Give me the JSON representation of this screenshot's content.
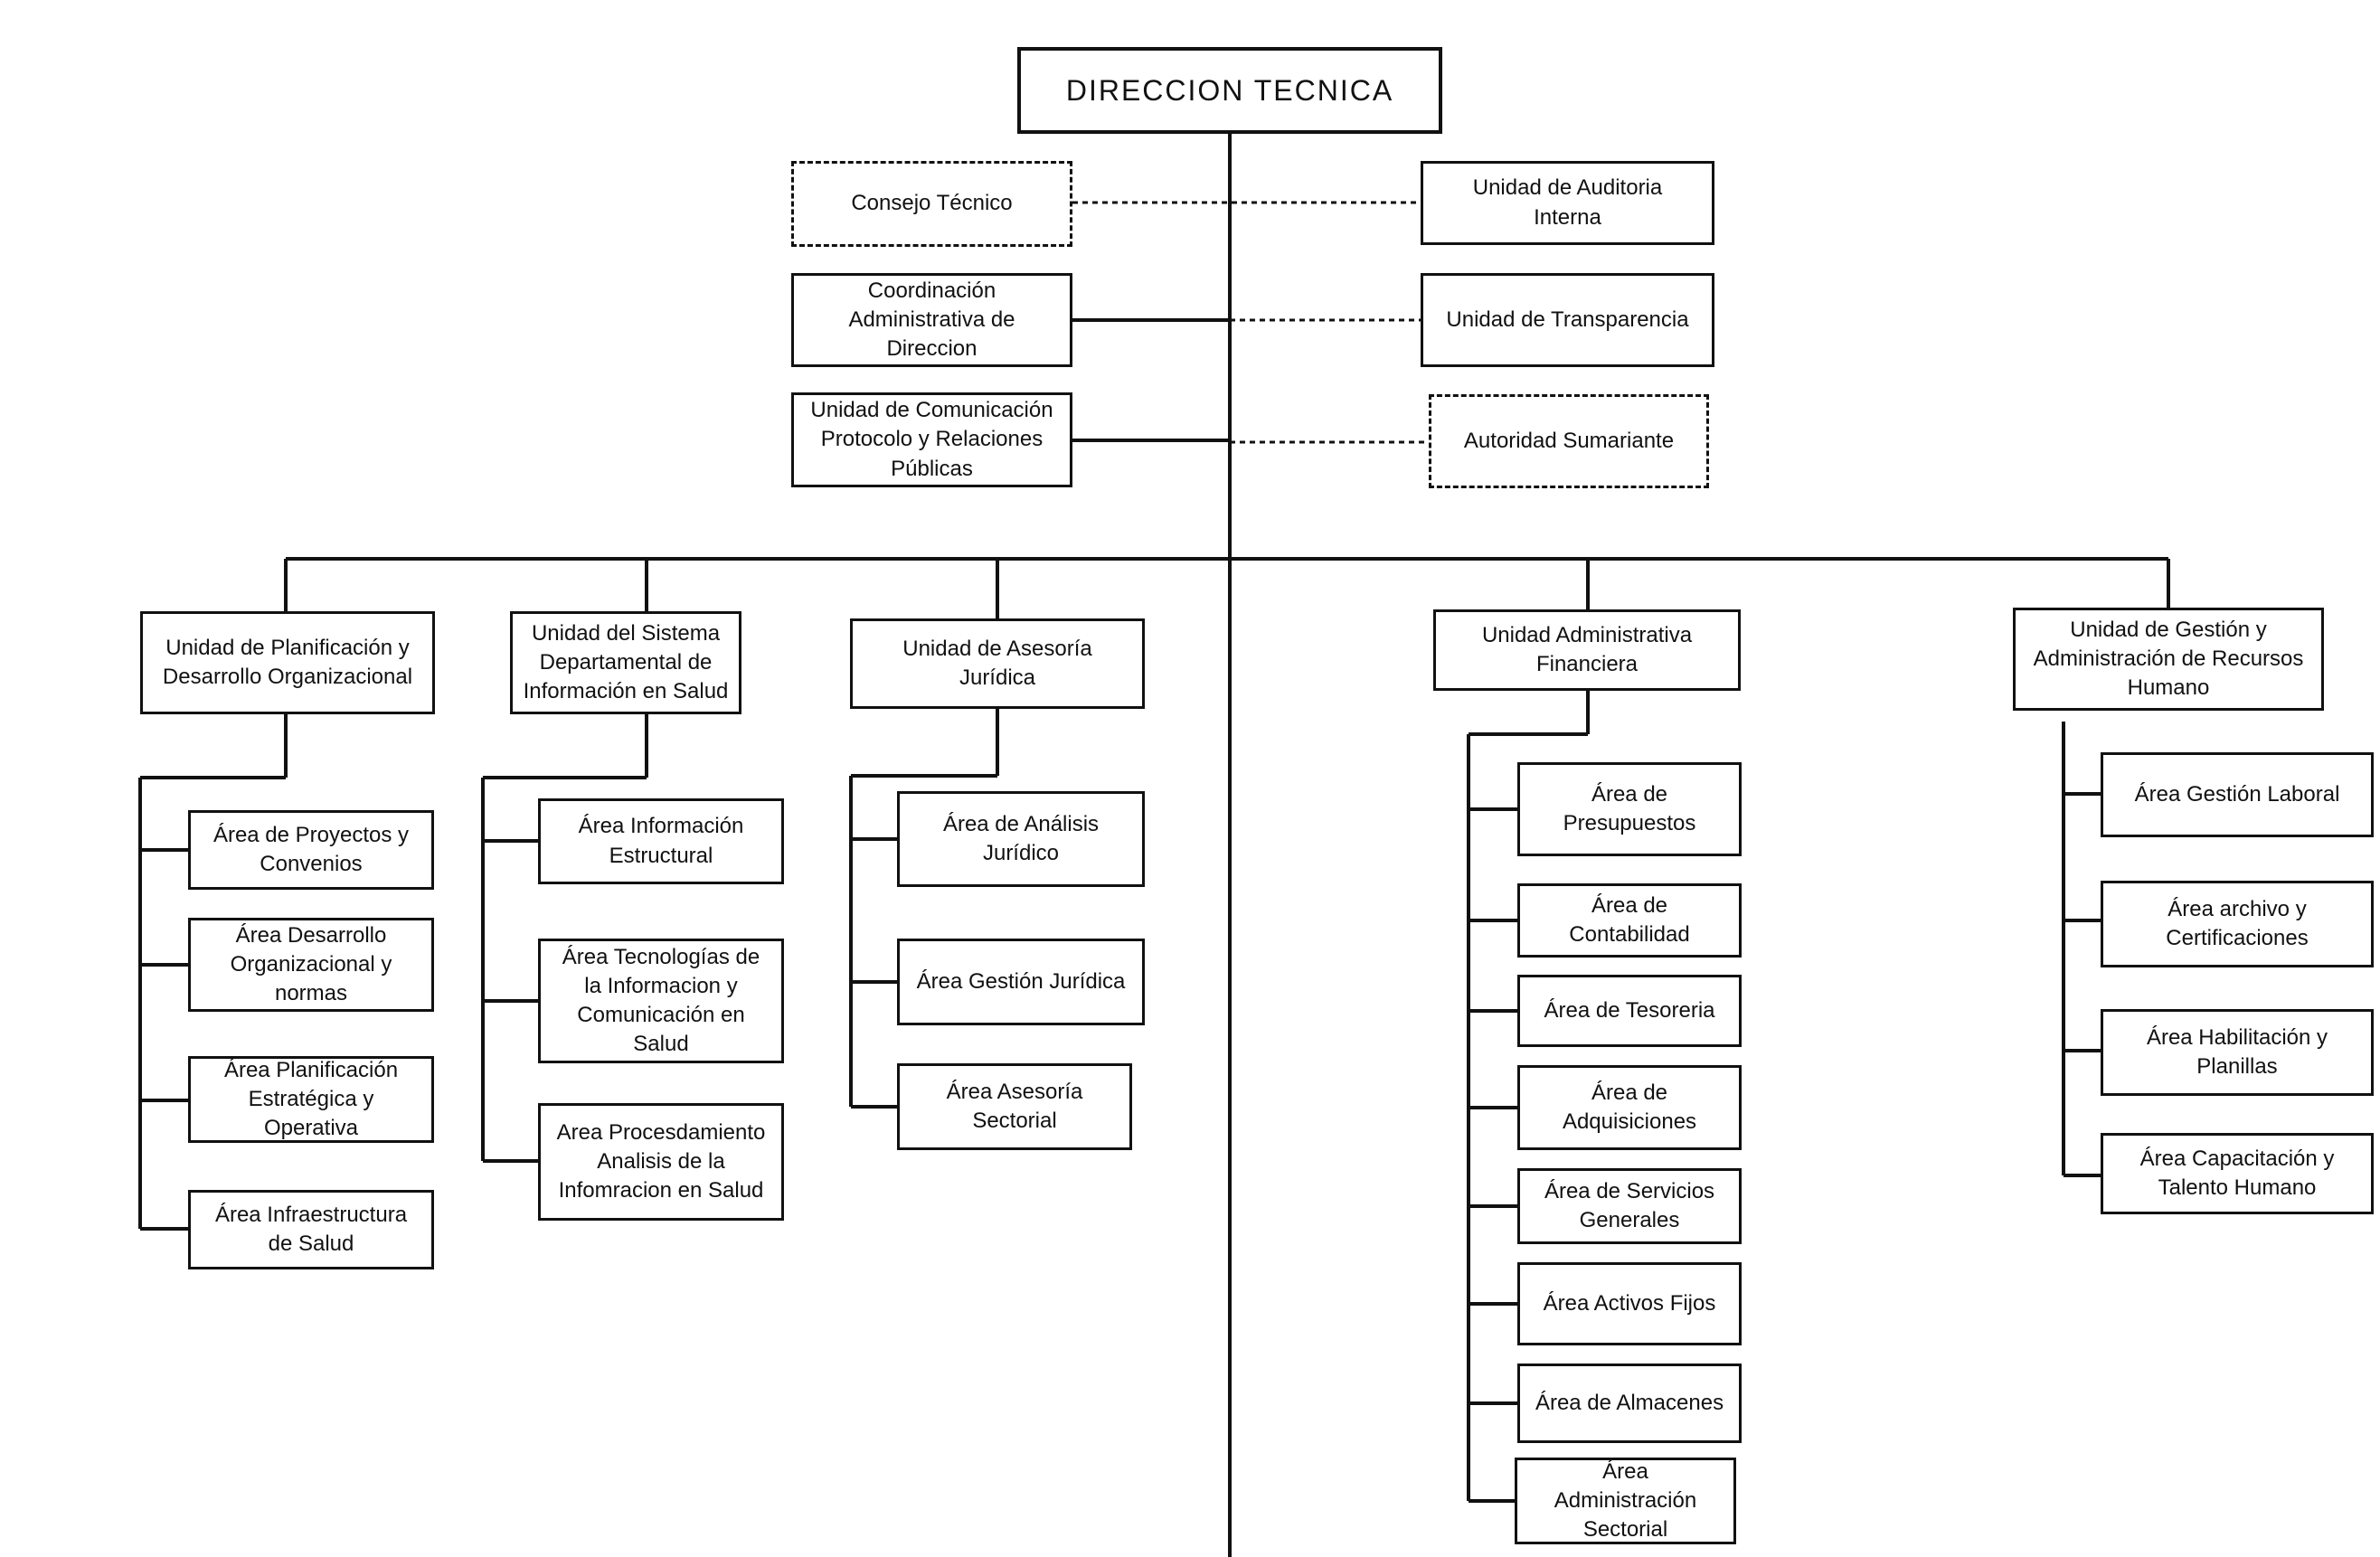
{
  "colors": {
    "line": "#111111",
    "background": "#ffffff"
  },
  "top": {
    "label": "DIRECCION TECNICA"
  },
  "staff": {
    "consejo": "Consejo Técnico",
    "coordinacion": "Coordinación\nAdministrativa de\nDireccion",
    "comunicacion": "Unidad de Comunicación\nProtocolo y Relaciones\nPúblicas",
    "auditoria": "Unidad de Auditoria\nInterna",
    "transparencia": "Unidad de Transparencia",
    "sumariante": "Autoridad Sumariante"
  },
  "units": {
    "planificacion": {
      "label": "Unidad de Planificación y\nDesarrollo Organizacional",
      "areas": [
        "Área de Proyectos y\nConvenios",
        "Área Desarrollo\nOrganizacional y\nnormas",
        "Área Planificación\nEstratégica y\nOperativa",
        "Área Infraestructura\nde Salud"
      ]
    },
    "sistema": {
      "label": "Unidad del Sistema\nDepartamental de\nInformación en Salud",
      "areas": [
        "Área Información\nEstructural",
        "Área Tecnologías de\nla Informacion y\nComunicación en\nSalud",
        "Area Procesdamiento\nAnalisis de la\nInfomracion en Salud"
      ]
    },
    "juridica": {
      "label": "Unidad de Asesoría\nJurídica",
      "areas": [
        "Área de Análisis\nJurídico",
        "Área Gestión Jurídica",
        "Área Asesoría\nSectorial"
      ]
    },
    "financiera": {
      "label": "Unidad Administrativa\nFinanciera",
      "areas": [
        "Área de\nPresupuestos",
        "Área de\nContabilidad",
        "Área de Tesoreria",
        "Área de\nAdquisiciones",
        "Área de Servicios\nGenerales",
        "Área Activos Fijos",
        "Área de Almacenes",
        "Área\nAdministración\nSectorial"
      ]
    },
    "rrhh": {
      "label": "Unidad de Gestión y\nAdministración de Recursos\nHumano",
      "areas": [
        "Área Gestión Laboral",
        "Área archivo y\nCertificaciones",
        "Área Habilitación y\nPlanillas",
        "Área Capacitación y\nTalento Humano"
      ]
    }
  }
}
